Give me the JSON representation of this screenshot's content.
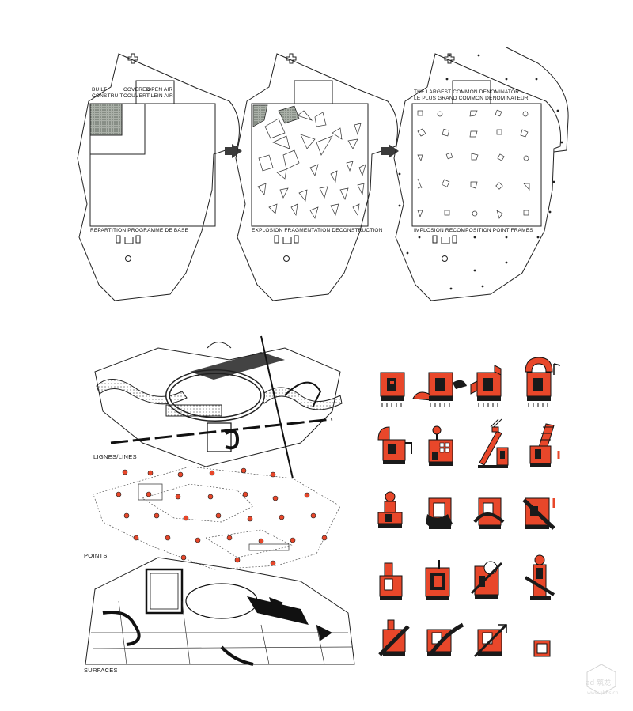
{
  "panel1": {
    "built_en": "BUILT",
    "built_fr": "CONSTRUIT",
    "covered_en": "COVERED",
    "covered_fr": "COUVERT",
    "open_en": "OPEN AIR",
    "open_fr": "PLEIN AIR",
    "caption": "REPARTITION PROGRAMME DE BASE"
  },
  "panel2": {
    "caption": "EXPLOSION FRAGMENTATION DECONSTRUCTION"
  },
  "panel3": {
    "title_en": "THE LARGEST COMMON DENOMINATOR",
    "title_fr": "LE PLUS GRAND COMMON DENOMINATEUR",
    "caption": "IMPLOSION RECOMPOSITION POINT FRAMES"
  },
  "axon": {
    "label_lines": "LIGNES/LINES",
    "label_points": "POINTS",
    "label_surfaces": "SURFACES"
  },
  "colors": {
    "folly_red": "#e8472a",
    "ink": "#1a1a1a",
    "hatch": "#8a948a"
  },
  "watermark": {
    "logo": "ad 筑龙",
    "url": "www.abbs.cn"
  }
}
